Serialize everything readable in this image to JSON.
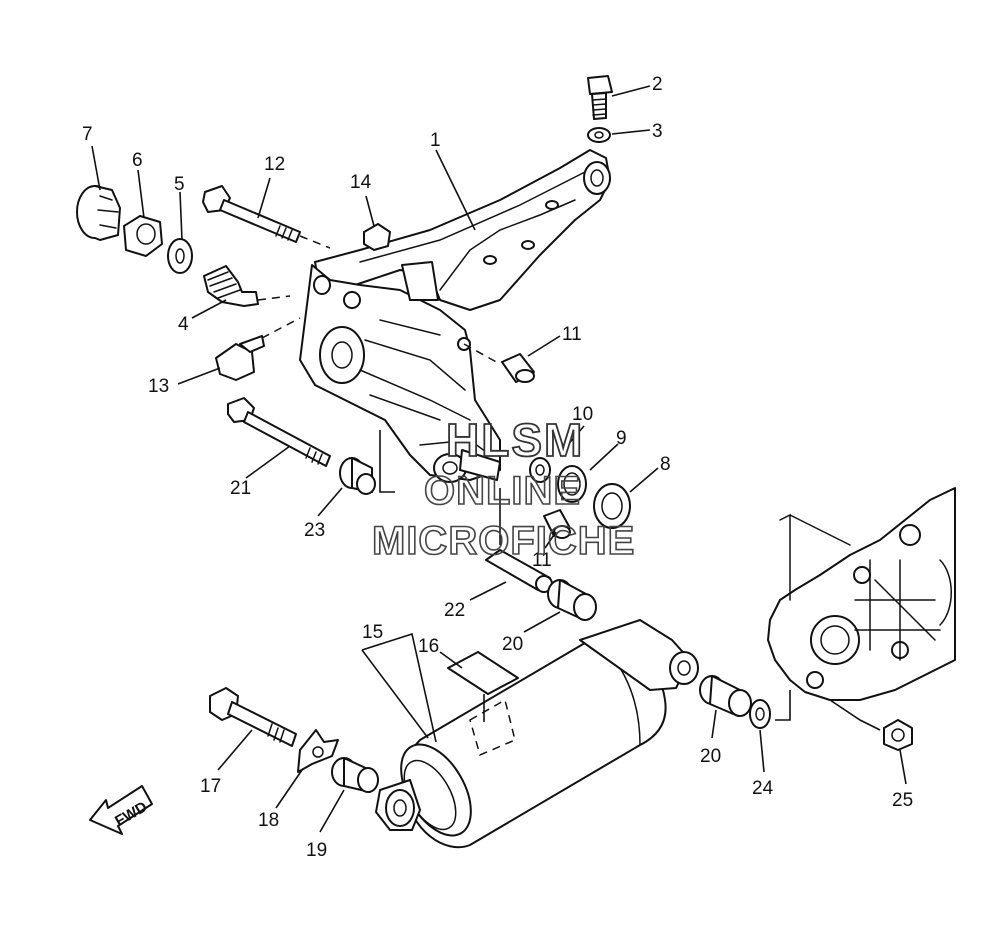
{
  "diagram": {
    "callouts": [
      "1",
      "2",
      "3",
      "4",
      "5",
      "6",
      "7",
      "8",
      "9",
      "10",
      "11",
      "11",
      "12",
      "13",
      "14",
      "15",
      "16",
      "17",
      "18",
      "19",
      "20",
      "20",
      "21",
      "22",
      "23",
      "24",
      "25"
    ],
    "fwd_label": "FWD",
    "watermark": {
      "line1": "HLSM",
      "line2": "ONLINE",
      "line3": "MICROFICHE"
    }
  }
}
